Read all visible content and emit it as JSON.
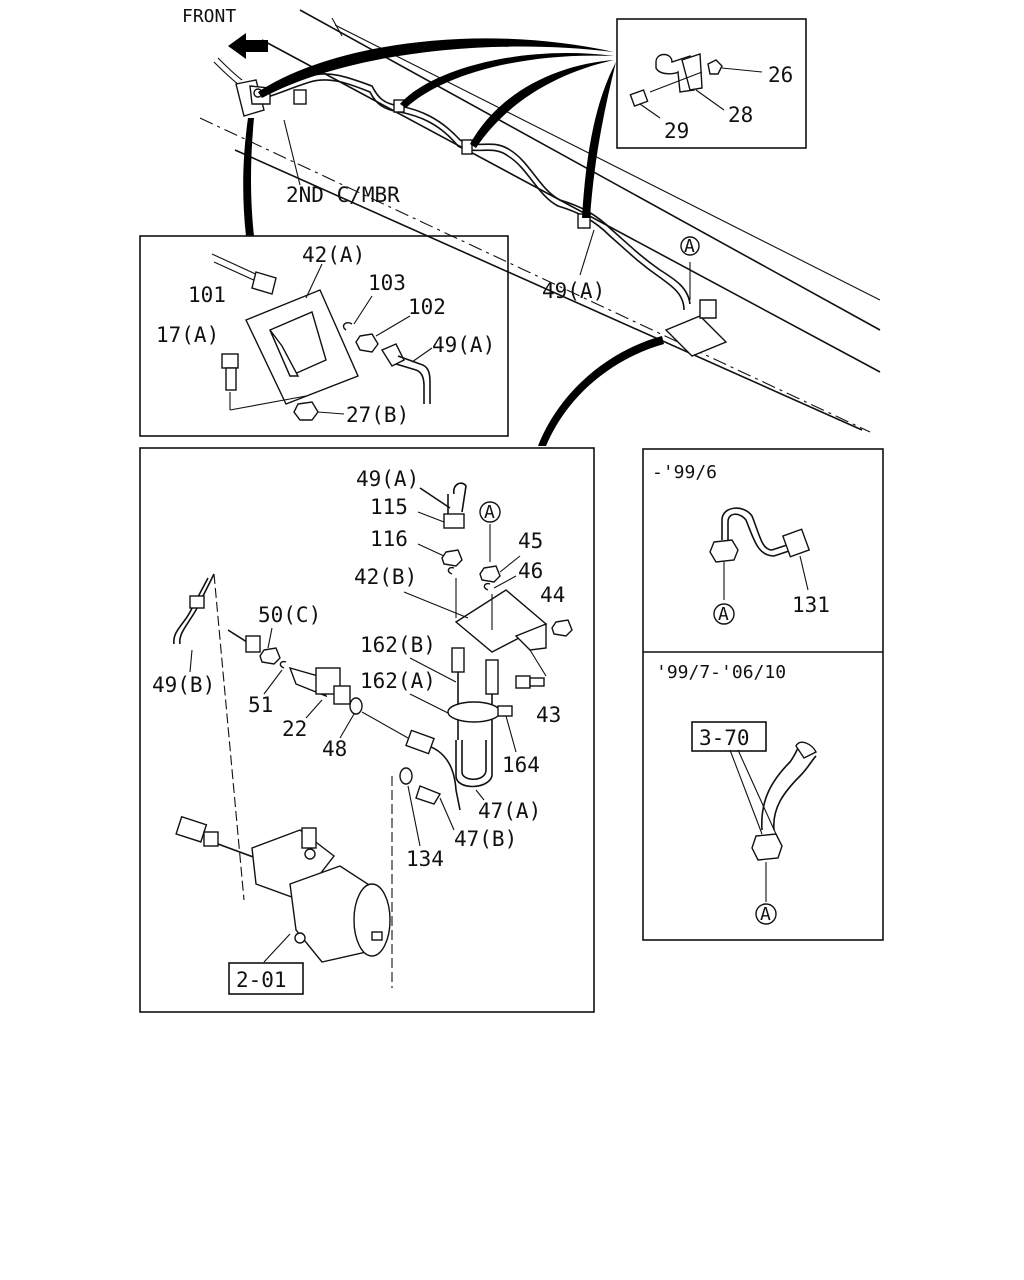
{
  "labels": {
    "front": "FRONT",
    "member": "2ND C/MBR",
    "p26": "26",
    "p28": "28",
    "p29": "29",
    "p49a_top": "49(A)",
    "p42a": "42(A)",
    "p101": "101",
    "p103": "103",
    "p102": "102",
    "p17a": "17(A)",
    "p49a_box": "49(A)",
    "p27b": "27(B)",
    "p49a_main": "49(A)",
    "p115": "115",
    "p116": "116",
    "p45": "45",
    "p46": "46",
    "p42b": "42(B)",
    "p44": "44",
    "p50c": "50(C)",
    "p162b": "162(B)",
    "p162a": "162(A)",
    "p49b": "49(B)",
    "p51": "51",
    "p22": "22",
    "p48": "48",
    "p43": "43",
    "p164": "164",
    "p47a": "47(A)",
    "p47b": "47(B)",
    "p134": "134",
    "ref_201": "2-01",
    "v1_title": "-'99/6",
    "p131": "131",
    "v2_title": "'99/7-'06/10",
    "ref_370": "3-70",
    "marker_a": "A"
  }
}
